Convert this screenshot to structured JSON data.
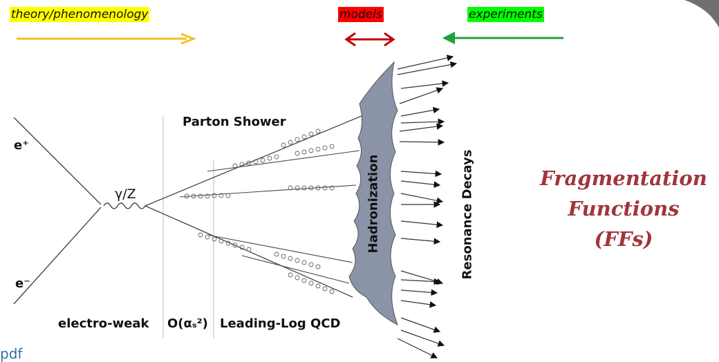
{
  "header": {
    "theory_label": "theory/phenomenology",
    "models_label": "models",
    "experiments_label": "experiments"
  },
  "colors": {
    "theory_highlight": "#ffff00",
    "models_highlight": "#ff0000",
    "experiments_highlight": "#00ff00",
    "theory_arrow": "#f0c020",
    "models_arrow": "#c00000",
    "experiments_arrow": "#20a040",
    "hadronization_band": "#8a93a8",
    "ff_text": "#a0353c"
  },
  "diagram": {
    "e_plus": "e⁺",
    "e_minus": "e⁻",
    "boson": "γ/Z",
    "parton_shower": "Parton Shower",
    "hadronization": "Hadronization",
    "resonance_decays": "Resonance Decays",
    "electroweak": "electro-weak",
    "order": "O(αₛ²)",
    "leading_log": "Leading-Log QCD"
  },
  "side": {
    "ff_line1": "Fragmentation",
    "ff_line2": "Functions",
    "ff_line3": "(FFs)"
  },
  "footer": {
    "fragment": "pdf"
  }
}
